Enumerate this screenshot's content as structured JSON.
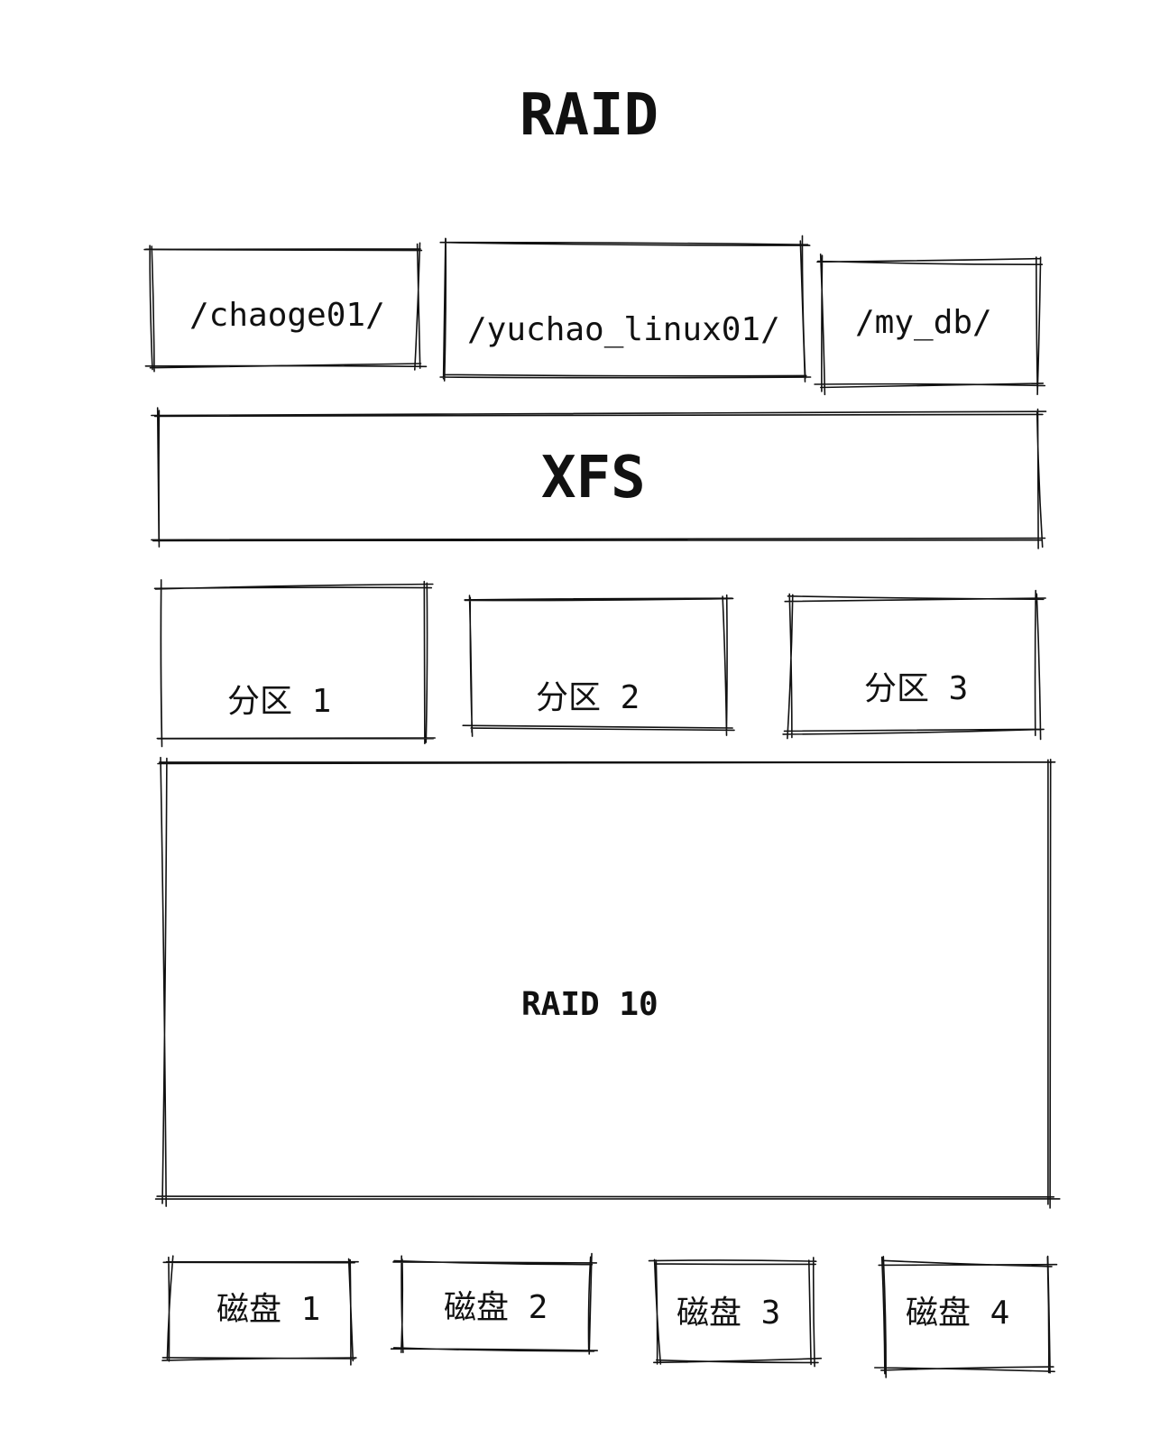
{
  "diagram": {
    "title": "RAID",
    "directories": [
      {
        "label": "/chaoge01/"
      },
      {
        "label": "/yuchao_linux01/"
      },
      {
        "label": "/my_db/"
      }
    ],
    "filesystem": {
      "label": "XFS"
    },
    "partitions": [
      {
        "label": "分区 1"
      },
      {
        "label": "分区 2"
      },
      {
        "label": "分区 3"
      }
    ],
    "raid_array": {
      "label": "RAID 10"
    },
    "disks": [
      {
        "label": "磁盘 1"
      },
      {
        "label": "磁盘 2"
      },
      {
        "label": "磁盘 3"
      },
      {
        "label": "磁盘 4"
      }
    ],
    "colors": {
      "stroke": "#111111",
      "background": "#ffffff"
    }
  }
}
